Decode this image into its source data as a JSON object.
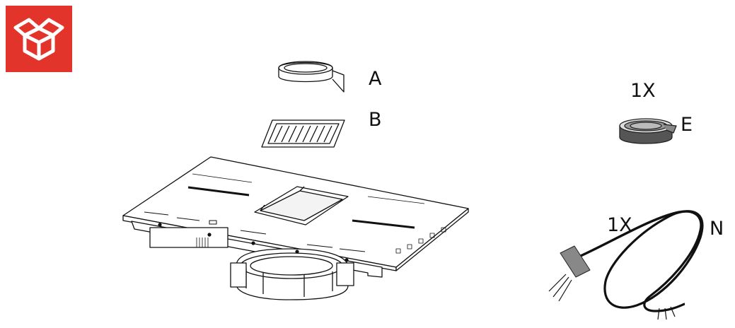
{
  "brand_color": "#e3342b",
  "icons": {
    "badge": "open-box-icon"
  },
  "labels": {
    "a": "A",
    "b": "B",
    "e": "E",
    "n": "N",
    "qty_e": "1X",
    "qty_n": "1X"
  }
}
